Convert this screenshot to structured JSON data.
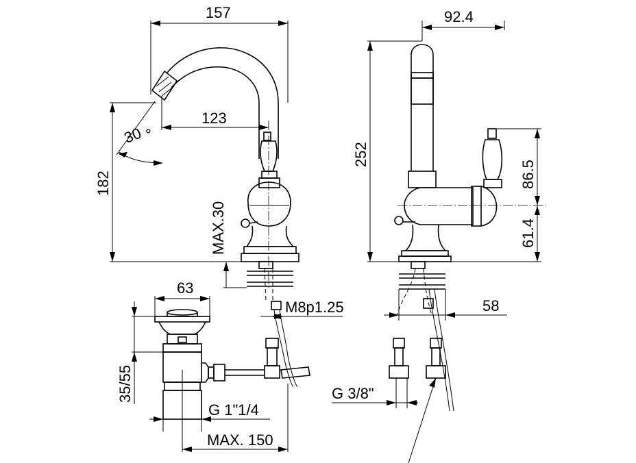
{
  "labels": {
    "d157": "157",
    "d92_4": "92.4",
    "d123": "123",
    "d30deg": "30",
    "deg": "°",
    "d182": "182",
    "d252": "252",
    "d86_5": "86.5",
    "d61_4": "61.4",
    "max30": "MAX.30",
    "m8": "M8p1.25",
    "d63": "63",
    "d35_55": "35/55",
    "g114": "G  1\"1/4",
    "max150": "MAX.  150",
    "d58": "58",
    "g38": "G  3/8\""
  }
}
